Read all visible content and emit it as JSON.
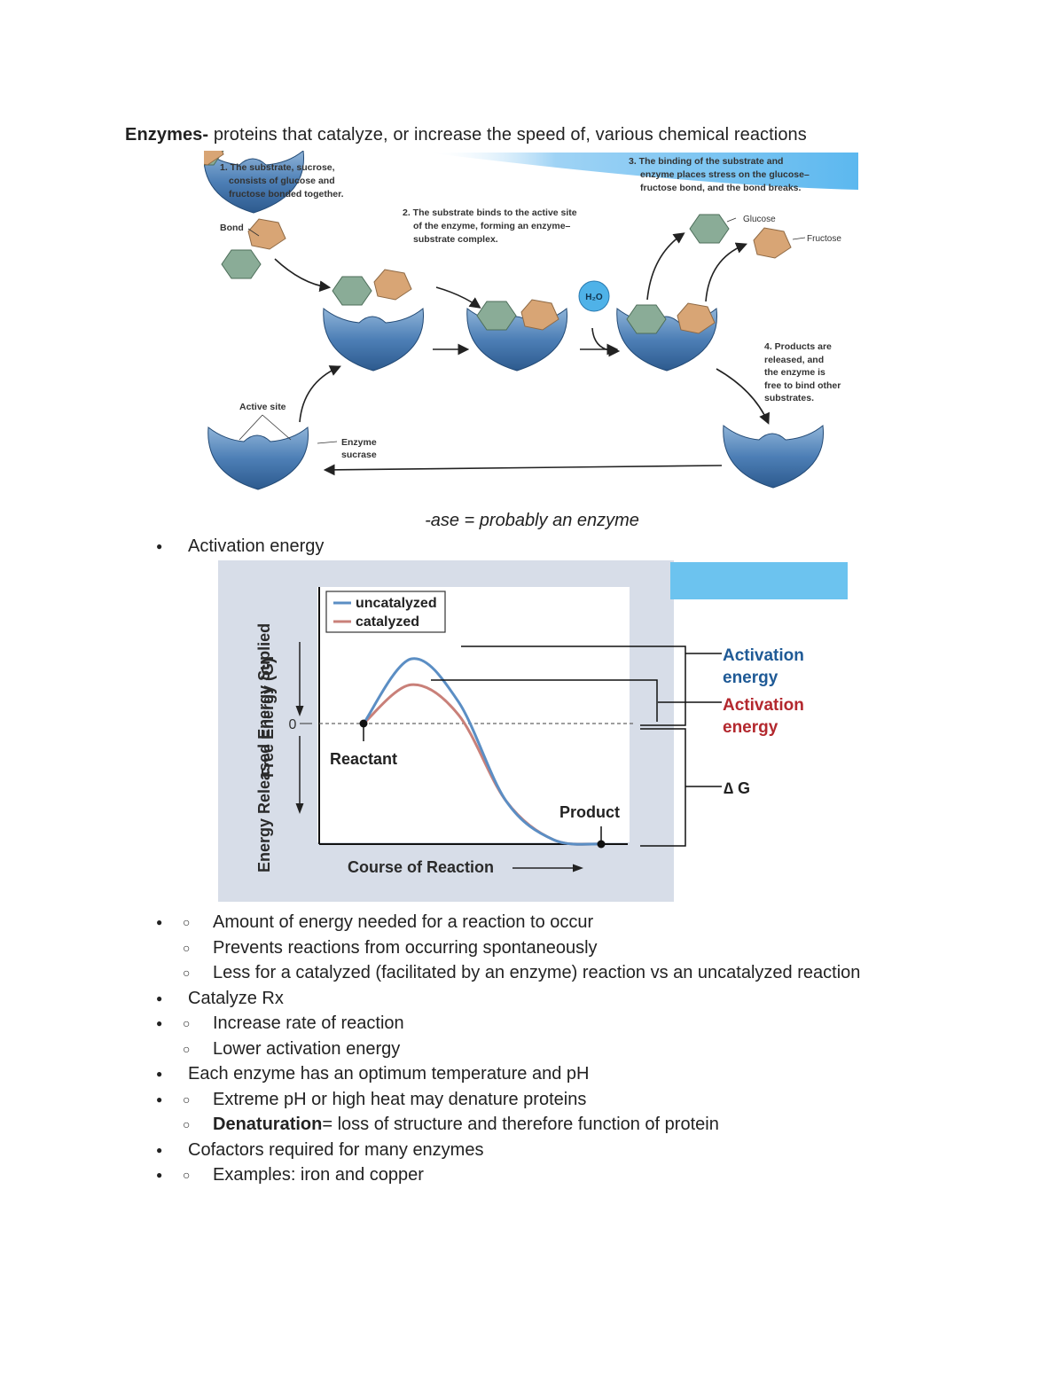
{
  "heading": {
    "term": "Enzymes-",
    "definition": " proteins that catalyze, or increase the speed of, various chemical reactions"
  },
  "figure1": {
    "step1": [
      "1. The substrate, sucrose,",
      "consists of glucose and",
      "fructose bonded together."
    ],
    "step2": [
      "2. The substrate binds to the active site",
      "of the enzyme, forming an enzyme–",
      "substrate complex."
    ],
    "step3": [
      "3. The binding of the substrate and",
      "enzyme places stress on the  glucose–",
      "fructose bond, and the bond breaks."
    ],
    "step4": [
      "4. Products are",
      "released, and",
      "the enzyme is",
      "free to bind other",
      "substrates."
    ],
    "bond_label": "Bond",
    "glucose_label": "Glucose",
    "fructose_label": "Fructose",
    "water_label": "H₂O",
    "active_site_label": "Active site",
    "enzyme_label": [
      "Enzyme",
      "sucrase"
    ]
  },
  "caption": "-ase = probably an enzyme",
  "bullet_activation": "Activation energy",
  "chart_data": {
    "type": "line",
    "xlabel": "Course of Reaction",
    "ylabel": [
      "Free Energy (G)",
      "Energy Released Energy Suplied"
    ],
    "ytick": "0",
    "series": [
      {
        "name": "uncatalyzed",
        "color": "#5b8ec4",
        "x": [
          0,
          1,
          2,
          3,
          4,
          5
        ],
        "y": [
          0,
          0.75,
          0.25,
          -0.9,
          -1.35,
          -1.4
        ]
      },
      {
        "name": "catalyzed",
        "color": "#c98079",
        "x": [
          0,
          1,
          2,
          3,
          4,
          5
        ],
        "y": [
          0,
          0.45,
          0.1,
          -0.9,
          -1.35,
          -1.4
        ]
      }
    ],
    "annotations": {
      "reactant": "Reactant",
      "product": "Product",
      "act_uncat": [
        "Activation",
        "energy"
      ],
      "act_cat": [
        "Activation",
        "energy"
      ],
      "delta_g": "∆ G"
    },
    "colors": {
      "uncatalyzed_label": "#1f5a96",
      "catalyzed_label": "#b3282e"
    }
  },
  "activation_sub": [
    "Amount of energy needed for a reaction to occur",
    "Prevents reactions from occurring spontaneously",
    "Less for a catalyzed (facilitated by an enzyme) reaction vs an uncatalyzed reaction"
  ],
  "bullet_catalyze": "Catalyze Rx",
  "catalyze_sub": [
    "Increase rate of reaction",
    "Lower activation energy"
  ],
  "bullet_optimum": "Each enzyme has an optimum temperature and pH",
  "optimum_sub": {
    "item1": "Extreme pH or high heat may denature proteins",
    "item2_term": "Denaturation",
    "item2_rest": "= loss of structure and therefore function of protein"
  },
  "bullet_cofactors": "Cofactors required for many enzymes",
  "cofactors_sub": [
    "Examples: iron and copper"
  ]
}
